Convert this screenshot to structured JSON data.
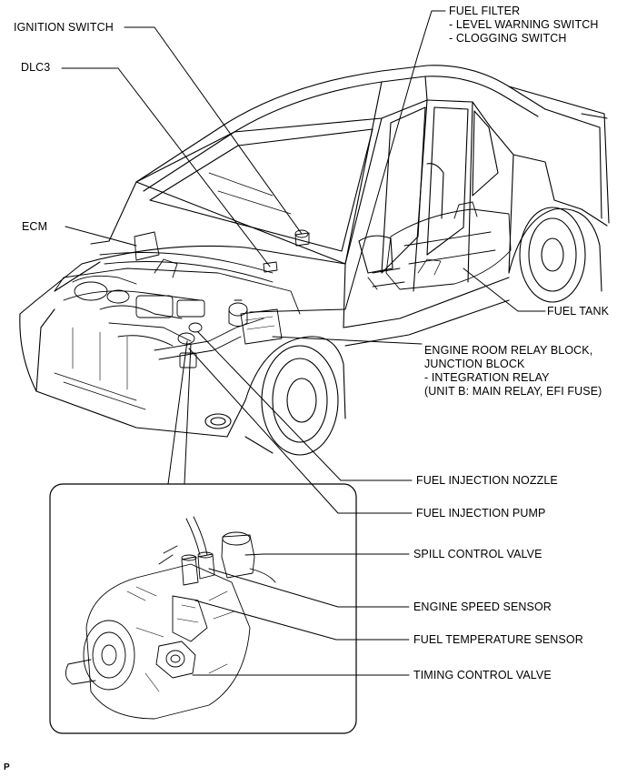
{
  "labels": {
    "ignition_switch": "IGNITION SWITCH",
    "dlc3": "DLC3",
    "ecm": "ECM",
    "fuel_filter": {
      "title": "FUEL FILTER",
      "item1": "- LEVEL WARNING SWITCH",
      "item2": "- CLOGGING SWITCH"
    },
    "fuel_tank": "FUEL TANK",
    "relay_block": {
      "line1": "ENGINE ROOM RELAY BLOCK,",
      "line2": "JUNCTION BLOCK",
      "line3": "- INTEGRATION RELAY",
      "line4": "(UNIT B: MAIN RELAY, EFI FUSE)"
    },
    "fuel_injection_nozzle": "FUEL INJECTION NOZZLE",
    "fuel_injection_pump": "FUEL INJECTION PUMP",
    "spill_control_valve": "SPILL CONTROL VALVE",
    "engine_speed_sensor": "ENGINE SPEED SENSOR",
    "fuel_temperature_sensor": "FUEL TEMPERATURE SENSOR",
    "timing_control_valve": "TIMING CONTROL VALVE"
  },
  "figure_code": "P",
  "colors": {
    "ink": "#000000",
    "paper": "#ffffff"
  }
}
